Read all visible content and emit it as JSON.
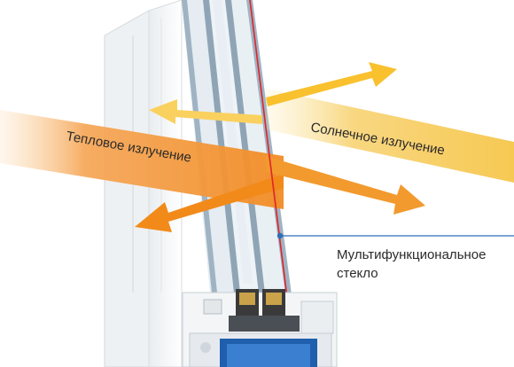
{
  "labels": {
    "heat": "Тепловое излучение",
    "solar": "Солнечное излучение",
    "callout_line1": "Мультифункциональное",
    "callout_line2": "стекло"
  },
  "colors": {
    "solar_band": "#f7c94a",
    "heat_band": "#f39a2e",
    "arrow_solar": "#f9c12e",
    "arrow_heat": "#f28a1a",
    "callout_line": "#2f6fb6",
    "coating_line": "#e0242a",
    "frame_blue": "#1f5fae"
  }
}
